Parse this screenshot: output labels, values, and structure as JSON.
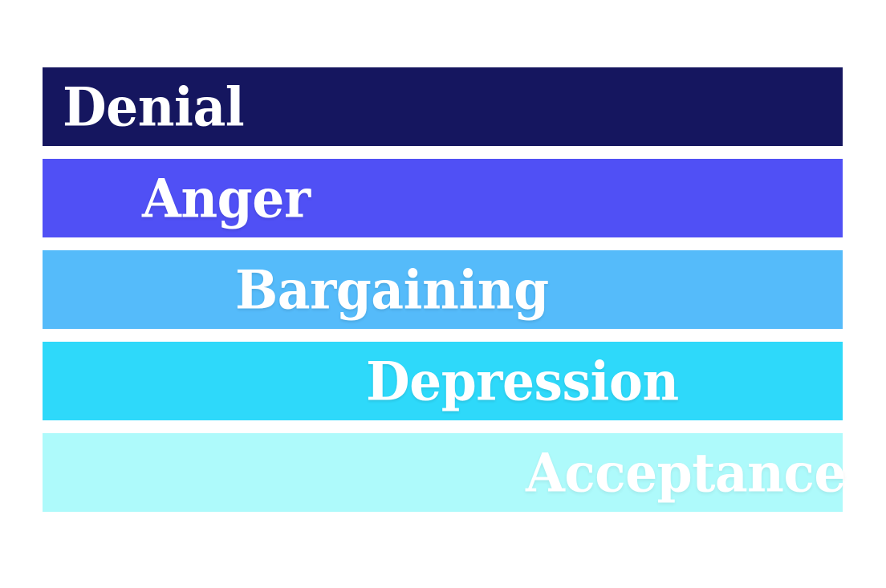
{
  "diagram": {
    "type": "staircase-bars",
    "background_color": "#ffffff",
    "text_color": "#ffffff",
    "stages": [
      {
        "order": 1,
        "label": "Denial",
        "color": "#15165F",
        "align": "left"
      },
      {
        "order": 2,
        "label": "Anger",
        "color": "#5050F5",
        "align": "left"
      },
      {
        "order": 3,
        "label": "Bargaining",
        "color": "#55BBFA",
        "align": "left"
      },
      {
        "order": 4,
        "label": "Depression",
        "color": "#2ED9FA",
        "align": "left"
      },
      {
        "order": 5,
        "label": "Acceptance",
        "color": "#AEFAFB",
        "align": "left"
      }
    ]
  }
}
